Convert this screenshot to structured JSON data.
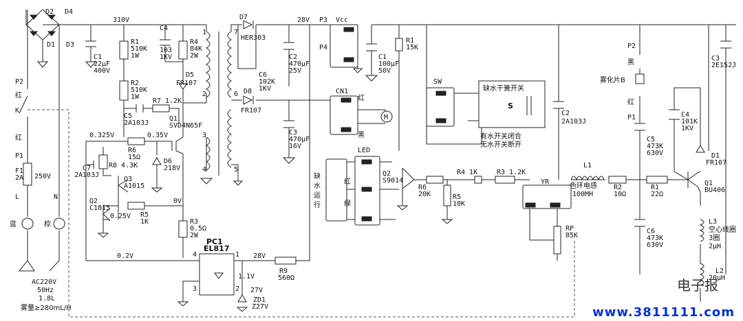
{
  "labels": {
    "d2": "D2",
    "d4": "D4",
    "d1": "D1",
    "d3": "D3",
    "v310": "310V",
    "v28": "28V",
    "c1a": "C1",
    "c1b": "22μF",
    "c1c": "400V",
    "r1a": "R1",
    "r1b": "510K",
    "r1c": "1W",
    "c4a": "C4",
    "c4b": "103",
    "c4c": "1KV",
    "r4a": "R4",
    "r4b": "84K",
    "r4c": "2W",
    "d5a": "D5",
    "d5b": "FR107",
    "r2a": "R2",
    "r2b": "510K",
    "r2c": "1W",
    "r7": "R7  1.2K",
    "c5a": "C5",
    "c5b": "2A103J",
    "q1a": "Q1",
    "q1b": "SVD4N65F",
    "v0325": "0.325V",
    "v035": "0.35V",
    "r6a": "R6",
    "r6b": "15Ω",
    "c7a": "C7",
    "c7b": "2A103J",
    "r8": "R8 4.3K",
    "d6a": "D6",
    "d6b": "218V",
    "q3a": "Q3",
    "q3b": "A1015",
    "q2a": "Q2",
    "q2b": "C1815",
    "v025": "0.25V",
    "r5a": "R5",
    "r5b": "1K",
    "v0": "0V",
    "r3a": "R3",
    "r3b": "0.5Ω",
    "r3c": "2W",
    "pc1a": "PC1",
    "pc1b": "EL817",
    "v02": "0.2V",
    "v28b": "28V",
    "r9a": "R9",
    "r9b": "560Ω",
    "v11": "1.1V",
    "v27": "27V",
    "zd1a": "ZD1",
    "zd1b": "Z27V",
    "d7a": "D7",
    "d7b": "HER303",
    "c6a": "C6",
    "c6b": "102K",
    "c6c": "1KV",
    "d8a": "D8",
    "d8b": "FR107",
    "c2a": "C2",
    "c2b": "470μF",
    "c2c": "25V",
    "c3a": "C3",
    "c3b": "470μF",
    "c3c": "16V",
    "p3": "P3",
    "vcc": "Vcc",
    "p4": "P4",
    "c1ra": "C1",
    "c1rb": "100μF",
    "c1rc": "50V",
    "r1ra": "R1",
    "r1rb": "15K",
    "cn1": "CN1",
    "red": "红",
    "black": "黑",
    "motor": "M",
    "sw": "SW",
    "swtitle": "缺水干簧开关",
    "s": "S",
    "swnote1": "有水开关闭合",
    "swnote2": "无水开关断开",
    "c2ra": "C2",
    "c2rb": "2A103J",
    "led": "LED",
    "lack": "缺",
    "water": "水",
    "run1": "运",
    "run2": "行",
    "lred": "红",
    "lgreen": "绿",
    "q2ra": "Q2",
    "q2rb": "S9014",
    "r6ra": "R6",
    "r6rb": "20K",
    "r5ra": "R5",
    "r5rb": "10K",
    "r4r": "R4 1K",
    "r3r": "R3 1.2K",
    "yr": "YR",
    "rpa": "RP",
    "rpb": "85K",
    "l1a": "L1",
    "l1b": "色环电感",
    "l1c": "100MH",
    "r2ra": "R2",
    "r2rb": "10Ω",
    "r1r2a": "R1",
    "r1r2b": "22Ω",
    "p2r": "P2",
    "blk2": "黑",
    "atom": "雾化片B",
    "red2": "红",
    "p1r": "P1",
    "c5ra": "C5",
    "c5rb": "473K",
    "c5rc": "630V",
    "c6ra": "C6",
    "c6rb": "473K",
    "c6rc": "630V",
    "c4ra": "C4",
    "c4rb": "101K",
    "c4rc": "1KV",
    "c3ra": "C3",
    "c3rb": "2E152J",
    "d1ra": "D1",
    "d1rb": "FR107",
    "q1ra": "Q1",
    "q1rb": "BU406",
    "l3a": "L3",
    "l3b": "空心线圈",
    "l3c": "3圈",
    "l3d": "2μH",
    "l2a": "L2",
    "l2b": "20μH",
    "p2l": "P2",
    "red3": "红",
    "k": "K",
    "red4": "红",
    "p1l": "P1",
    "f1a": "F1",
    "f1b": "2A",
    "f1c": "250V",
    "lterm": "L",
    "nterm": "N",
    "blue": "蓝",
    "brown": "棕",
    "ac1": "AC220V",
    "ac2": "50Hz",
    "ac3": "1.8L",
    "ac4": "雾量≥280mL/H",
    "t1": "1",
    "t2": "2",
    "t3": "3",
    "t4": "4",
    "t5": "5",
    "t6": "6",
    "t7": "7",
    "pc1_1": "1",
    "pc1_2": "2",
    "pc1_3": "3",
    "pc1_4": "4"
  },
  "watermark": "电子报",
  "website": "www.3811111.com"
}
